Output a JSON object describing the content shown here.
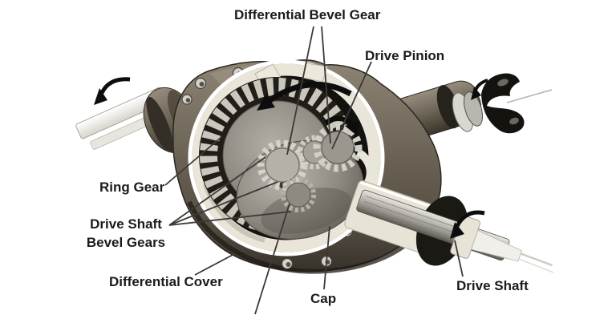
{
  "diagram": {
    "subject": "automotive-differential-cutaway",
    "background_color": "#ffffff",
    "label_text_color": "#1b1b1b",
    "leader_line_color": "#3c3936",
    "housing_color": "#6b6355",
    "cutaway_rim_color": "#e9e5d8",
    "gear_color": "#cbc7bd",
    "arrow_color": "#0d0d0d",
    "labels": {
      "differential_bevel_gear": "Differential Bevel Gear",
      "drive_pinion": "Drive Pinion",
      "ring_gear": "Ring Gear",
      "drive_shaft_bevel_gears": {
        "line1": "Drive Shaft",
        "line2": "Bevel Gears"
      },
      "differential_cover": "Differential Cover",
      "cap": "Cap",
      "drive_shaft": "Drive Shaft"
    },
    "icons": {
      "rotation_arrows": [
        "left-axle-rotation-arrow",
        "ring-gear-rotation-arrow",
        "drive-pinion-rotation-arrow",
        "yoke-rotation-arrow",
        "drive-shaft-rotation-arrow"
      ]
    }
  }
}
